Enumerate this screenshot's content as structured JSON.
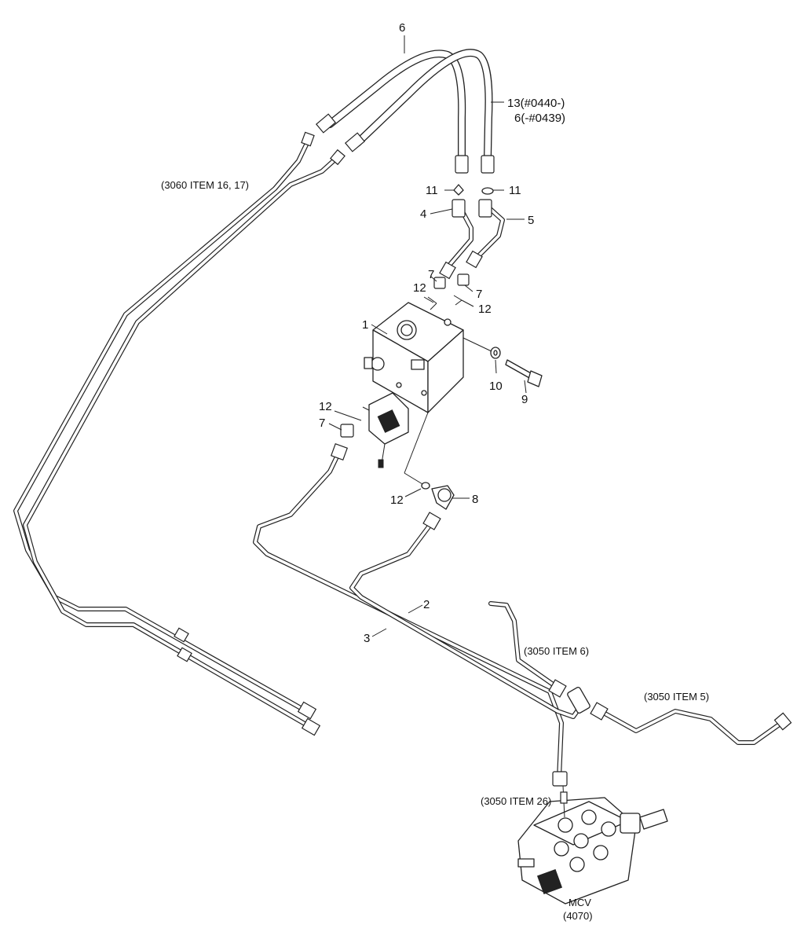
{
  "callouts": {
    "n1": "1",
    "n2": "2",
    "n3": "3",
    "n4": "4",
    "n5": "5",
    "n6": "6",
    "n7a": "7",
    "n7b": "7",
    "n7c": "7",
    "n8": "8",
    "n9": "9",
    "n10": "10",
    "n11a": "11",
    "n11b": "11",
    "n12a": "12",
    "n12b": "12",
    "n12c": "12",
    "n12d": "12",
    "n13_line1": "13(#0440-)",
    "n13_line2": "6(-#0439)"
  },
  "references": {
    "ref_3060": "(3060 ITEM 16, 17)",
    "ref_3050_6": "(3050 ITEM 6)",
    "ref_3050_5": "(3050 ITEM 5)",
    "ref_3050_26": "(3050 ITEM 26)"
  },
  "mcv": {
    "name": "MCV",
    "code": "(4070)"
  }
}
